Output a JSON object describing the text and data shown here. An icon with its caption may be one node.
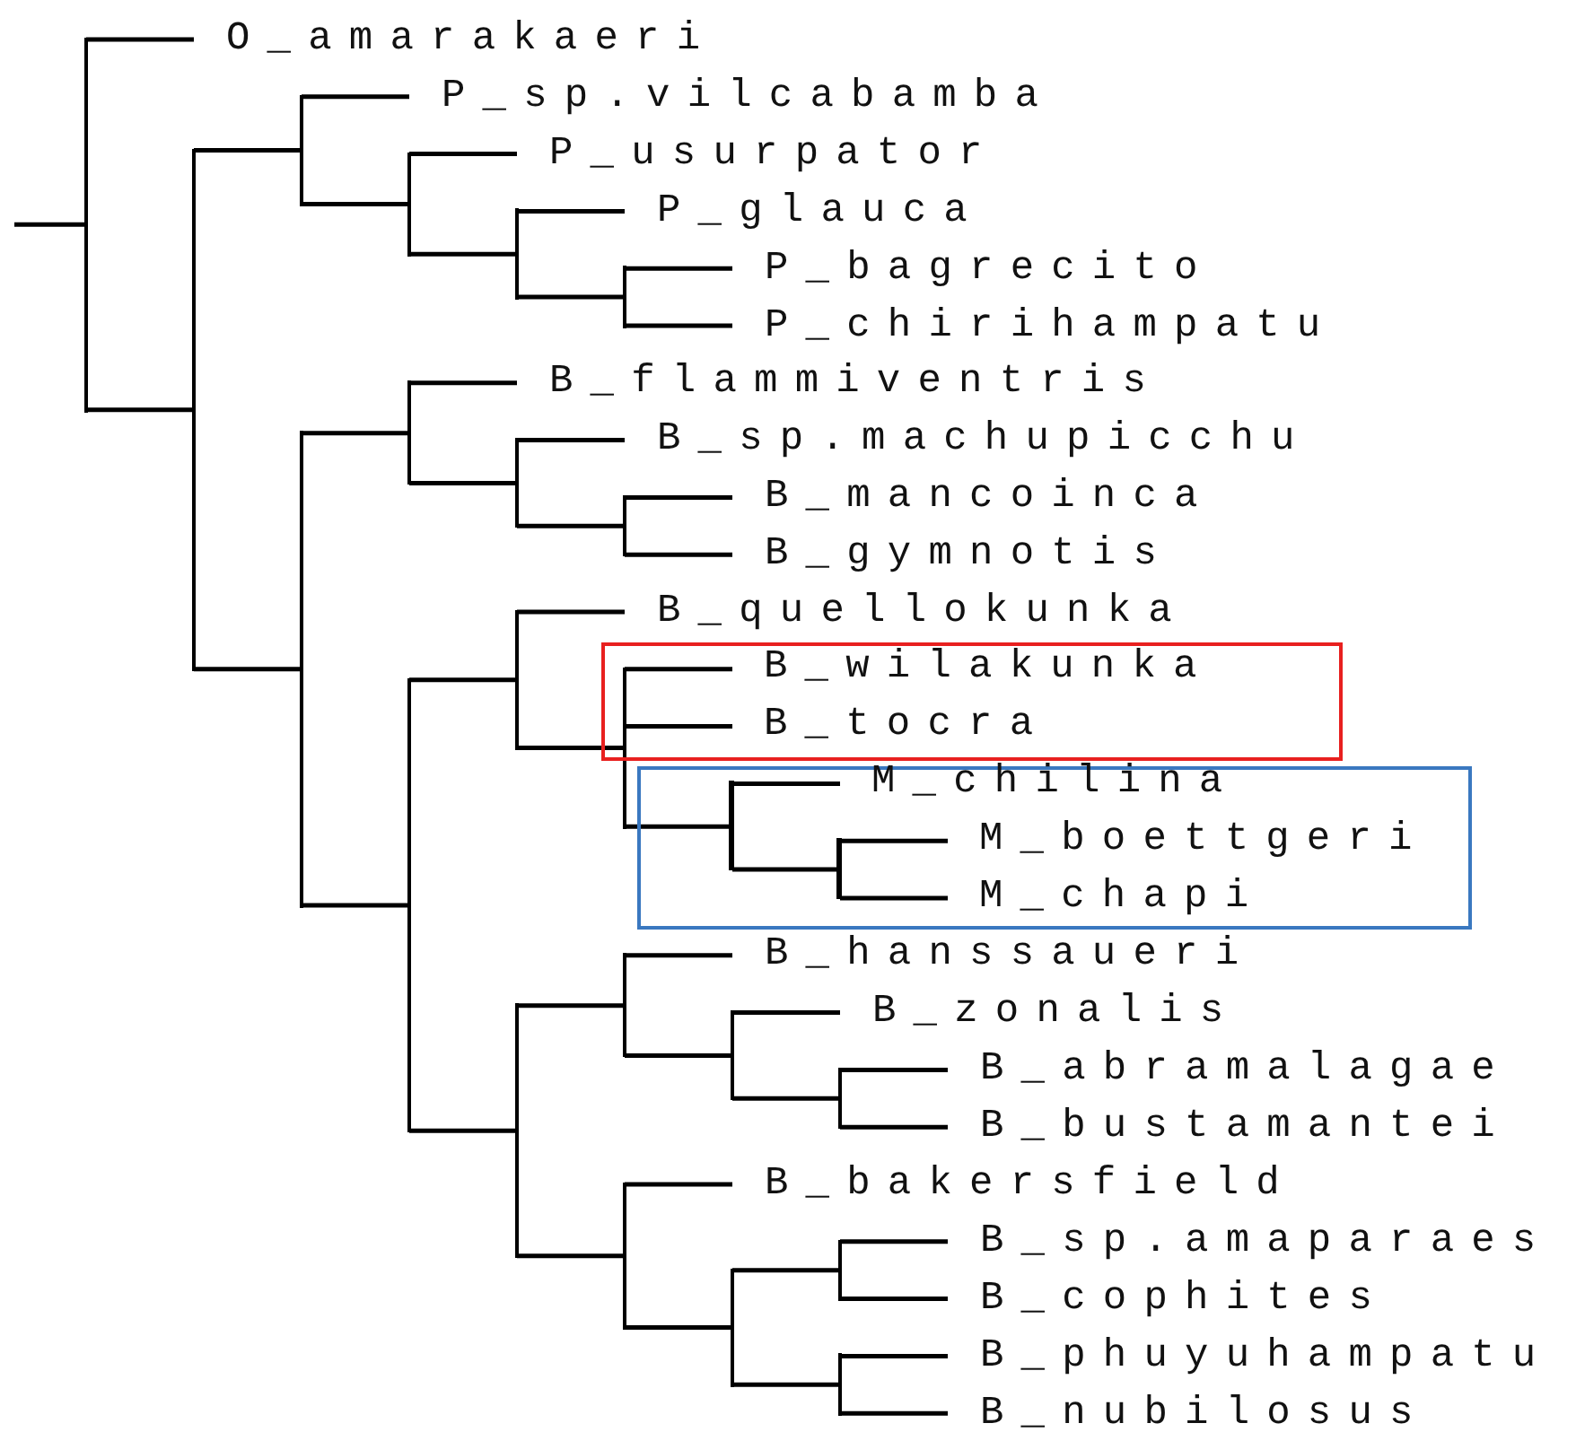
{
  "diagram": {
    "nodes": [
      {
        "text": [],
        "shape": "point"
      },
      {
        "text": [
          "O_amarakaeri"
        ]
      },
      {
        "text": [],
        "shape": "point"
      },
      {
        "text": [],
        "shape": "point"
      },
      {
        "text": [
          "P_sp.vilcabamba"
        ]
      },
      {
        "text": [],
        "shape": "point"
      },
      {
        "text": [
          "P_usurpator"
        ]
      },
      {
        "text": [],
        "shape": "point"
      },
      {
        "text": [
          "P_glauca"
        ]
      },
      {
        "text": [],
        "shape": "point"
      },
      {
        "text": [
          "P_bagrecito"
        ]
      },
      {
        "text": [
          "P_chirihampatu"
        ]
      },
      {
        "text": [],
        "shape": "point"
      },
      {
        "text": [],
        "shape": "point"
      },
      {
        "text": [
          "B_flammiventris"
        ]
      },
      {
        "text": [],
        "shape": "point"
      },
      {
        "text": [
          "B_sp.machupicchu"
        ]
      },
      {
        "text": [],
        "shape": "point"
      },
      {
        "text": [
          "B_mancoinca"
        ]
      },
      {
        "text": [
          "B_gymnotis"
        ]
      },
      {
        "text": [],
        "shape": "point"
      },
      {
        "text": [],
        "shape": "point"
      },
      {
        "text": [
          "B_quellokunka"
        ]
      },
      {
        "text": [],
        "shape": "point"
      },
      {
        "text": [],
        "shape": "box"
      },
      {
        "text": [
          "B_wilakunka"
        ],
        "in": 24
      },
      {
        "text": [
          "B_tocra"
        ],
        "in": 24
      },
      {
        "text": [],
        "shape": "box"
      },
      {
        "text": [],
        "shape": "point",
        "in": 27
      },
      {
        "text": [
          "M_chilina"
        ],
        "in": 27
      },
      {
        "text": [],
        "shape": "point",
        "in": 27
      },
      {
        "text": [
          "M_boettgeri"
        ],
        "in": 27
      },
      {
        "text": [
          "M_chapi"
        ],
        "in": 27
      },
      {
        "text": [],
        "shape": "point"
      },
      {
        "text": [],
        "shape": "point"
      },
      {
        "text": [
          "B_hanssaueri"
        ]
      },
      {
        "text": [],
        "shape": "point"
      },
      {
        "text": [
          "B_zonalis"
        ]
      },
      {
        "text": [],
        "shape": "point"
      },
      {
        "text": [
          "B_abramalagae"
        ]
      },
      {
        "text": [
          "B_bustamantei"
        ]
      },
      {
        "text": [],
        "shape": "point"
      },
      {
        "text": [
          "B_bakersfield"
        ]
      },
      {
        "text": [],
        "shape": "point"
      },
      {
        "text": [],
        "shape": "point"
      },
      {
        "text": [
          "B_sp.amaparaes"
        ]
      },
      {
        "text": [
          "B_cophites"
        ]
      },
      {
        "text": [],
        "shape": "point"
      },
      {
        "text": [
          "B_phuyuhampatu"
        ]
      },
      {
        "text": [
          "B_nubilosus"
        ]
      }
    ],
    "edges": [
      {
        "from": null,
        "to": 0,
        "arrow": "none"
      },
      {
        "from": 0,
        "to": 1,
        "arrow": "none"
      },
      {
        "from": 0,
        "to": 2,
        "arrow": "none"
      },
      {
        "from": 2,
        "to": 3,
        "arrow": "none"
      },
      {
        "from": 3,
        "to": 4,
        "arrow": "none"
      },
      {
        "from": 3,
        "to": 5,
        "arrow": "none"
      },
      {
        "from": 5,
        "to": 6,
        "arrow": "none"
      },
      {
        "from": 5,
        "to": 7,
        "arrow": "none"
      },
      {
        "from": 7,
        "to": 8,
        "arrow": "none"
      },
      {
        "from": 7,
        "to": 9,
        "arrow": "none"
      },
      {
        "from": 9,
        "to": 10,
        "arrow": "none"
      },
      {
        "from": 9,
        "to": 11,
        "arrow": "none"
      },
      {
        "from": 2,
        "to": 12,
        "arrow": "none"
      },
      {
        "from": 12,
        "to": 13,
        "arrow": "none"
      },
      {
        "from": 13,
        "to": 14,
        "arrow": "none"
      },
      {
        "from": 13,
        "to": 15,
        "arrow": "none"
      },
      {
        "from": 15,
        "to": 16,
        "arrow": "none"
      },
      {
        "from": 15,
        "to": 17,
        "arrow": "none"
      },
      {
        "from": 17,
        "to": 18,
        "arrow": "none"
      },
      {
        "from": 17,
        "to": 19,
        "arrow": "none"
      },
      {
        "from": 12,
        "to": 20,
        "arrow": "none"
      },
      {
        "from": 20,
        "to": 21,
        "arrow": "none"
      },
      {
        "from": 21,
        "to": 22,
        "arrow": "none"
      },
      {
        "from": 21,
        "to": 23,
        "arrow": "none"
      },
      {
        "from": 23,
        "to": 25,
        "arrow": "none"
      },
      {
        "from": 23,
        "to": 26,
        "arrow": "none"
      },
      {
        "from": 23,
        "to": 28,
        "arrow": "none"
      },
      {
        "from": 28,
        "to": 29,
        "arrow": "none"
      },
      {
        "from": 28,
        "to": 30,
        "arrow": "none"
      },
      {
        "from": 30,
        "to": 31,
        "arrow": "none"
      },
      {
        "from": 30,
        "to": 32,
        "arrow": "none"
      },
      {
        "from": 20,
        "to": 33,
        "arrow": "none"
      },
      {
        "from": 33,
        "to": 34,
        "arrow": "none"
      },
      {
        "from": 34,
        "to": 35,
        "arrow": "none"
      },
      {
        "from": 34,
        "to": 36,
        "arrow": "none"
      },
      {
        "from": 36,
        "to": 37,
        "arrow": "none"
      },
      {
        "from": 36,
        "to": 38,
        "arrow": "none"
      },
      {
        "from": 38,
        "to": 39,
        "arrow": "none"
      },
      {
        "from": 38,
        "to": 40,
        "arrow": "none"
      },
      {
        "from": 33,
        "to": 41,
        "arrow": "none"
      },
      {
        "from": 41,
        "to": 42,
        "arrow": "none"
      },
      {
        "from": 41,
        "to": 43,
        "arrow": "none"
      },
      {
        "from": 43,
        "to": 44,
        "arrow": "none"
      },
      {
        "from": 44,
        "to": 45,
        "arrow": "none"
      },
      {
        "from": 44,
        "to": 46,
        "arrow": "none"
      },
      {
        "from": 43,
        "to": 47,
        "arrow": "none"
      },
      {
        "from": 47,
        "to": 48,
        "arrow": "none"
      },
      {
        "from": 47,
        "to": 49,
        "arrow": "none"
      }
    ]
  }
}
